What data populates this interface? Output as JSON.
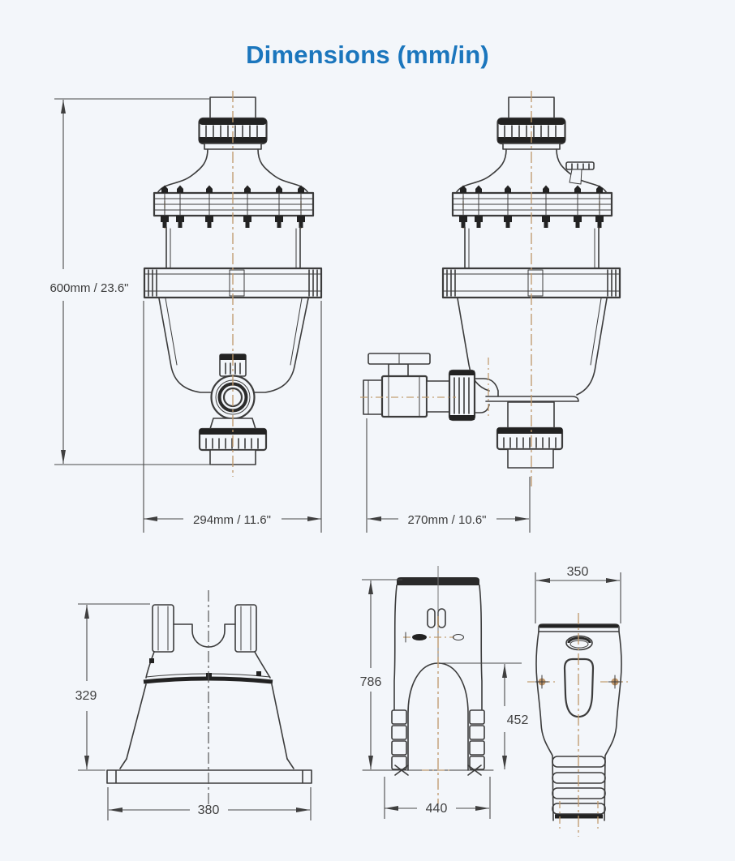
{
  "title": "Dimensions (mm/in)",
  "colors": {
    "background": "#f3f6fa",
    "title_blue": "#1b76bd",
    "line": "#3c3c3c",
    "centerline_tan": "#c09a6b"
  },
  "views": {
    "front": {
      "height_label": "600mm / 23.6\"",
      "width_label": "294mm / 11.6\""
    },
    "side": {
      "width_label": "270mm / 10.6\""
    },
    "stand": {
      "height_label": "329",
      "width_label": "380"
    },
    "arch": {
      "height_label": "786",
      "inner_height_label": "452",
      "width_label": "440"
    },
    "bracket_front": {
      "width_label": "350"
    }
  }
}
